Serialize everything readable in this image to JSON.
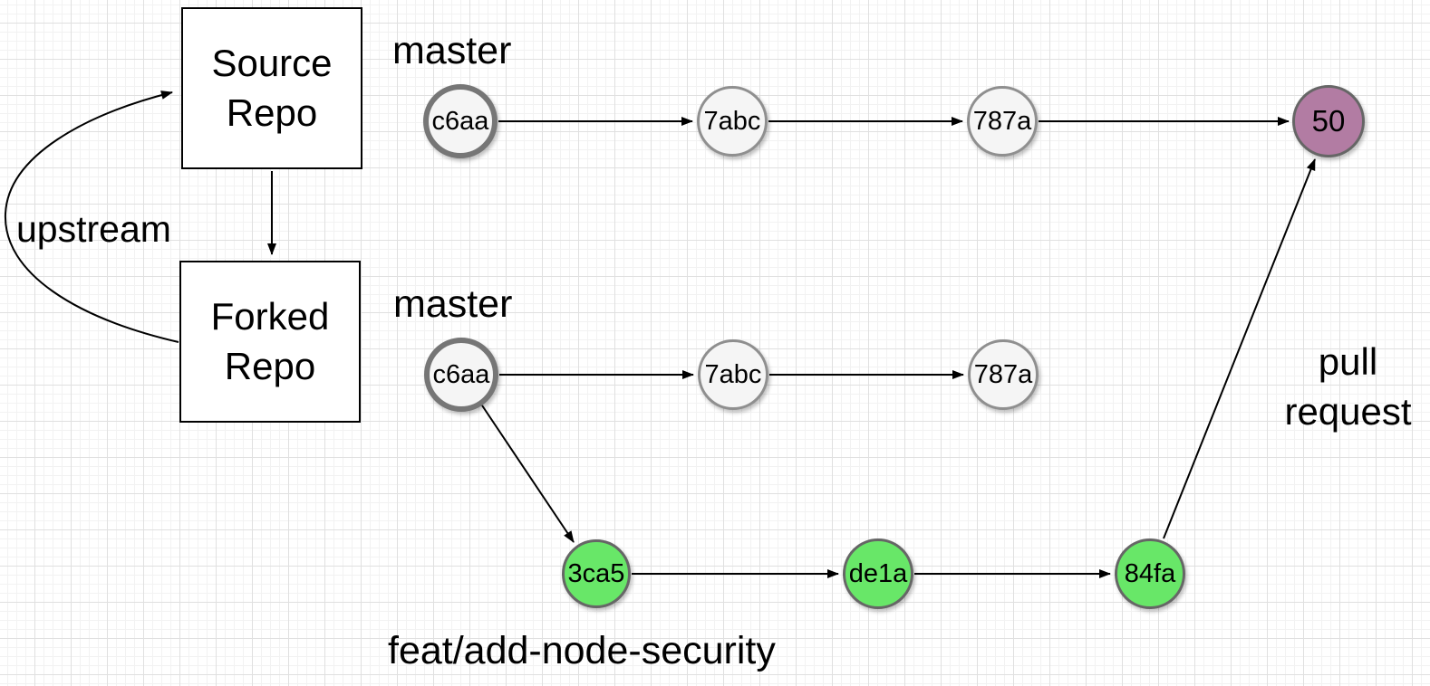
{
  "canvas": {
    "background": "#ffffff",
    "grid_minor_color": "#f2f2f2",
    "grid_major_color": "#e0e0e0"
  },
  "boxes": {
    "source": {
      "line1": "Source",
      "line2": "Repo"
    },
    "forked": {
      "line1": "Forked",
      "line2": "Repo"
    }
  },
  "branch_labels": {
    "source_master": "master",
    "fork_master": "master",
    "feature": "feat/add-node-security"
  },
  "edge_labels": {
    "upstream": "upstream",
    "pull_request": [
      "pull",
      "request"
    ]
  },
  "commits": {
    "source_master": [
      "c6aa",
      "7abc",
      "787a"
    ],
    "merge": "50",
    "fork_master": [
      "c6aa",
      "7abc",
      "787a"
    ],
    "feature": [
      "3ca5",
      "de1a",
      "84fa"
    ]
  },
  "colors": {
    "line": "#000000",
    "commit_default_fill": "#f5f5f5",
    "commit_default_border": "#8f8f8f",
    "emphasized_border": "#767676",
    "feature_fill": "#68e768",
    "feature_border": "#666666",
    "merge_fill": "#b27ca3",
    "merge_border": "#666666"
  }
}
